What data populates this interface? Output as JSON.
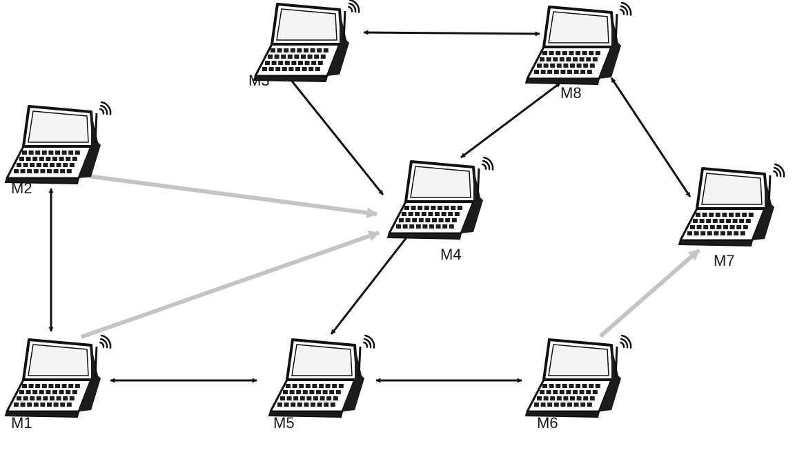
{
  "diagram": {
    "nodes": [
      {
        "id": "M1",
        "label": "M1",
        "icon": "laptop-wireless-icon"
      },
      {
        "id": "M2",
        "label": "M2",
        "icon": "laptop-wireless-icon"
      },
      {
        "id": "M3",
        "label": "M3",
        "icon": "laptop-wireless-icon"
      },
      {
        "id": "M4",
        "label": "M4",
        "icon": "laptop-wireless-icon"
      },
      {
        "id": "M5",
        "label": "M5",
        "icon": "laptop-wireless-icon"
      },
      {
        "id": "M6",
        "label": "M6",
        "icon": "laptop-wireless-icon"
      },
      {
        "id": "M7",
        "label": "M7",
        "icon": "laptop-wireless-icon"
      },
      {
        "id": "M8",
        "label": "M8",
        "icon": "laptop-wireless-icon"
      }
    ],
    "links": [
      {
        "from": "M3",
        "to": "M8",
        "direction": "both",
        "style": "dark"
      },
      {
        "from": "M3",
        "to": "M4",
        "direction": "both",
        "style": "dark"
      },
      {
        "from": "M8",
        "to": "M4",
        "direction": "both",
        "style": "dark"
      },
      {
        "from": "M8",
        "to": "M7",
        "direction": "both",
        "style": "dark"
      },
      {
        "from": "M2",
        "to": "M1",
        "direction": "both",
        "style": "dark"
      },
      {
        "from": "M1",
        "to": "M5",
        "direction": "both",
        "style": "dark"
      },
      {
        "from": "M5",
        "to": "M6",
        "direction": "both",
        "style": "dark"
      },
      {
        "from": "M5",
        "to": "M4",
        "direction": "both",
        "style": "dark"
      },
      {
        "from": "M2",
        "to": "M4",
        "direction": "forward",
        "style": "light"
      },
      {
        "from": "M1",
        "to": "M4",
        "direction": "forward",
        "style": "light"
      },
      {
        "from": "M6",
        "to": "M7",
        "direction": "forward",
        "style": "light"
      }
    ],
    "colors": {
      "dark_link": "#111111",
      "light_link": "#c4c4c4",
      "laptop_outline": "#111111",
      "laptop_screen": "#f4f4f4",
      "laptop_dark": "#1c1c1c"
    }
  }
}
